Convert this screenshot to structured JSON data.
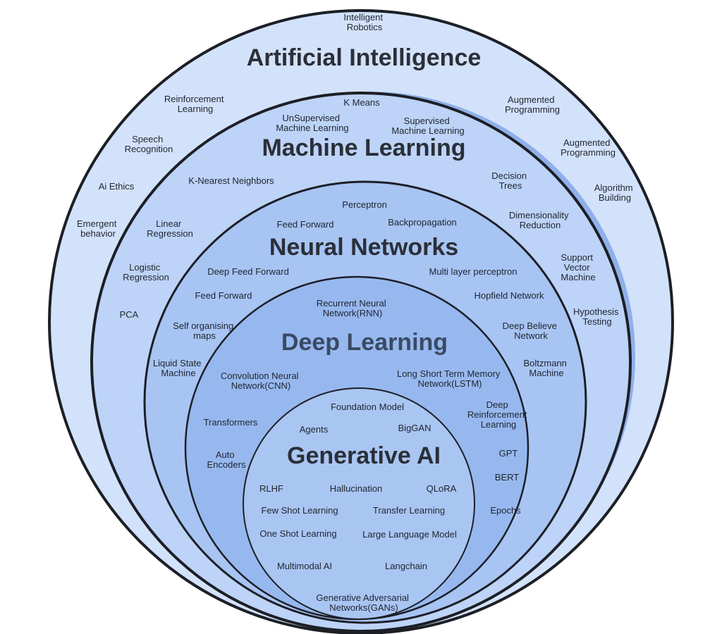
{
  "colors": {
    "ring_ai": "#d3e2fb",
    "ring_ml": "#bdd3f7",
    "ring_nn": "#a7c4f3",
    "ring_dl": "#97b8ef",
    "ring_gen": "#a9c5f2",
    "outline": "#1c1f26",
    "halo": "#8fb0ea"
  },
  "ai": {
    "title": "Artificial Intelligence",
    "top_line1": "Intelligent",
    "top_line2": "Robotics",
    "rl_line1": "Reinforcement",
    "rl_line2": "Learning",
    "sr_line1": "Speech",
    "sr_line2": "Recognition",
    "ethics": "Ai Ethics",
    "emergent_line1": "Emergent",
    "emergent_line2": "behavior",
    "aug1_line1": "Augmented",
    "aug1_line2": "Programming",
    "aug2_line1": "Augmented",
    "aug2_line2": "Programming",
    "algo_line1": "Algorithm",
    "algo_line2": "Building"
  },
  "ml": {
    "title": "Machine Learning",
    "kmeans": "K Means",
    "unsup_line1": "UnSupervised",
    "unsup_line2": "Machine Learning",
    "sup_line1": "Supervised",
    "sup_line2": "Machine Learning",
    "knn": "K-Nearest Neighbors",
    "dt_line1": "Decision",
    "dt_line2": "Trees",
    "linreg_line1": "Linear",
    "linreg_line2": "Regression",
    "dimred_line1": "Dimensionality",
    "dimred_line2": "Reduction",
    "logreg_line1": "Logistic",
    "logreg_line2": "Regression",
    "svm_line1": "Support",
    "svm_line2": "Vector",
    "svm_line3": "Machine",
    "pca": "PCA",
    "hyp_line1": "Hypothesis",
    "hyp_line2": "Testing"
  },
  "nn": {
    "title": "Neural Networks",
    "perceptron": "Perceptron",
    "feedforward1": "Feed Forward",
    "backprop": "Backpropagation",
    "deepff": "Deep Feed Forward",
    "mlp": "Multi layer perceptron",
    "feedforward2": "Feed Forward",
    "hopfield": "Hopfield Network",
    "som_line1": "Self organising",
    "som_line2": "maps",
    "dbn_line1": "Deep Believe",
    "dbn_line2": "Network",
    "lsm_line1": "Liquid State",
    "lsm_line2": "Machine",
    "boltz_line1": "Boltzmann",
    "boltz_line2": "Machine"
  },
  "dl": {
    "title": "Deep Learning",
    "rnn_line1": "Recurrent Neural",
    "rnn_line2": "Network(RNN)",
    "cnn_line1": "Convolution Neural",
    "cnn_line2": "Network(CNN)",
    "lstm_line1": "Long Short Term Memory",
    "lstm_line2": "Network(LSTM)",
    "drl_line1": "Deep",
    "drl_line2": "Reinforcement",
    "drl_line3": "Learning",
    "transformers": "Transformers",
    "gpt": "GPT",
    "ae_line1": "Auto",
    "ae_line2": "Encoders",
    "bert": "BERT",
    "epochs": "Epochs"
  },
  "gen": {
    "title": "Generative AI",
    "foundation": "Foundation Model",
    "agents": "Agents",
    "biggan": "BigGAN",
    "rlhf": "RLHF",
    "hallucination": "Hallucination",
    "qlora": "QLoRA",
    "fewshot": "Few Shot Learning",
    "transfer": "Transfer Learning",
    "oneshot": "One Shot Learning",
    "llm": "Large Language Model",
    "multimodal": "Multimodal AI",
    "langchain": "Langchain",
    "gan_line1": "Generative Adversarial",
    "gan_line2": "Networks(GANs)"
  }
}
